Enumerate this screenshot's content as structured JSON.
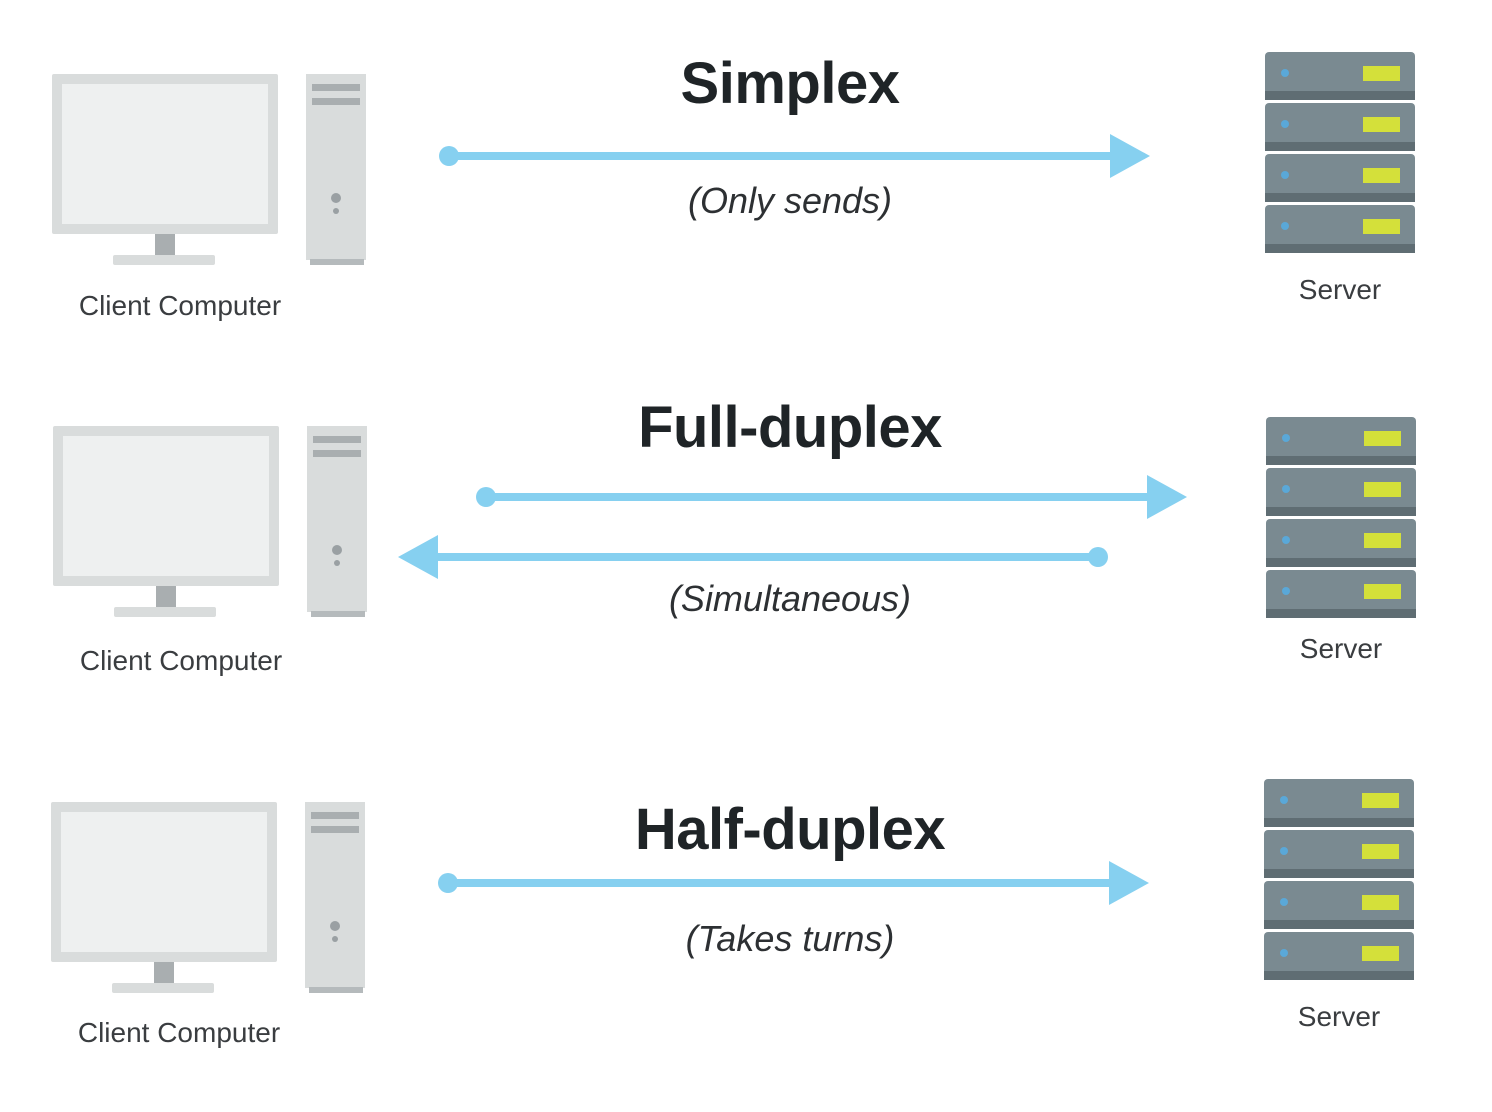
{
  "rows": [
    {
      "title": "Simplex",
      "subtitle": "(Only sends)",
      "client_label": "Client Computer",
      "server_label": "Server",
      "arrows": [
        "client-to-server"
      ]
    },
    {
      "title": "Full-duplex",
      "subtitle": "(Simultaneous)",
      "client_label": "Client Computer",
      "server_label": "Server",
      "arrows": [
        "client-to-server",
        "server-to-client"
      ]
    },
    {
      "title": "Half-duplex",
      "subtitle": "(Takes turns)",
      "client_label": "Client Computer",
      "server_label": "Server",
      "arrows": [
        "client-to-server"
      ]
    }
  ],
  "colors": {
    "arrow": "#86d0f0",
    "monitor_frame": "#d9dcdc",
    "monitor_screen": "#eef0f0",
    "server_body": "#7a8a91",
    "server_led": "#d4e03a"
  },
  "icons": [
    "client-computer-icon",
    "server-rack-icon"
  ]
}
